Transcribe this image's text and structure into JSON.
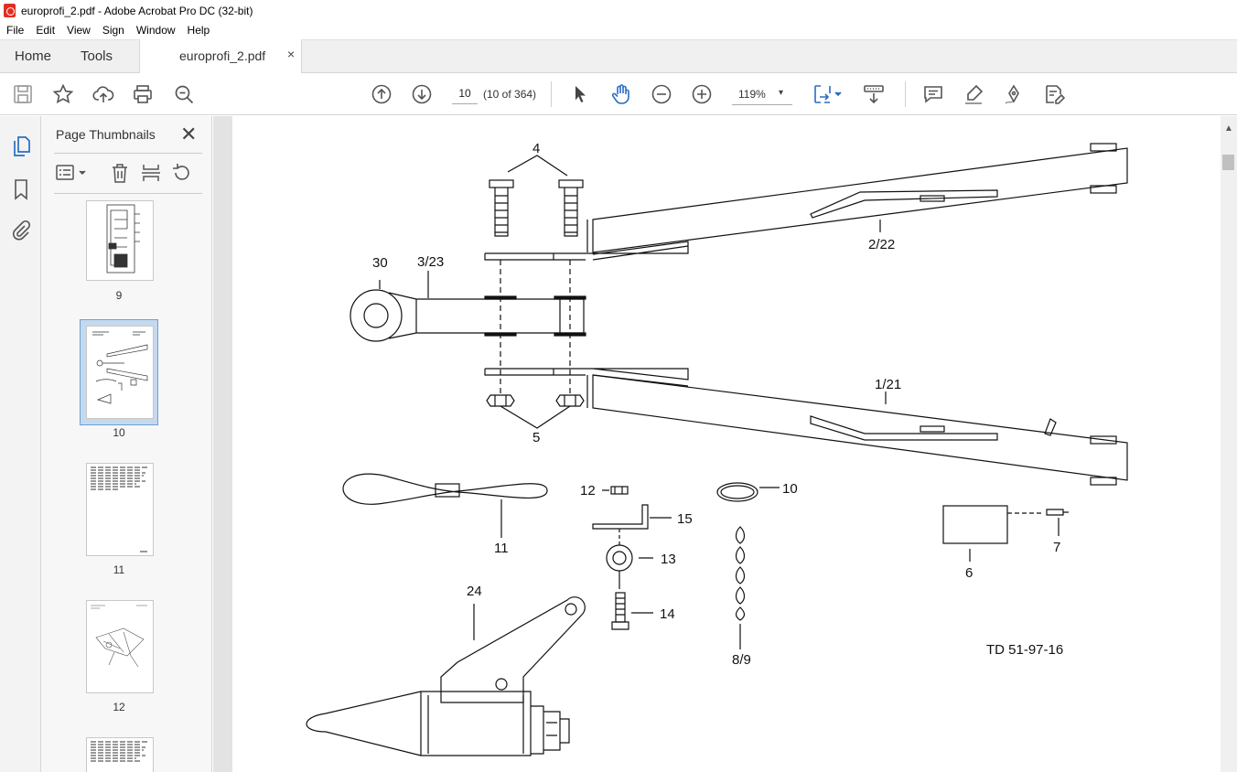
{
  "window": {
    "title": "europrofi_2.pdf - Adobe Acrobat Pro DC (32-bit)"
  },
  "menu": [
    "File",
    "Edit",
    "View",
    "Sign",
    "Window",
    "Help"
  ],
  "tabs": {
    "home": "Home",
    "tools": "Tools",
    "document": "europrofi_2.pdf",
    "close": "×"
  },
  "toolbar": {
    "page_current": "10",
    "page_count": "(10 of 364)",
    "zoom": "119%",
    "zoom_caret": "▾"
  },
  "thumbnails": {
    "panel_title": "Page Thumbnails",
    "close": "✕",
    "pages": [
      {
        "label": "9"
      },
      {
        "label": "10",
        "selected": true
      },
      {
        "label": "11"
      },
      {
        "label": "12"
      }
    ]
  },
  "drawing": {
    "labels": {
      "bolts": "4",
      "nuts": "5",
      "eye": "30",
      "drawbar": "3/23",
      "upper_arm": "2/22",
      "lower_arm": "1/21",
      "cable": "11",
      "nut_small": "12",
      "l_pin": "15",
      "washer": "13",
      "bolt_small": "14",
      "ring": "10",
      "chain": "8/9",
      "box": "6",
      "pin": "7",
      "stand": "24",
      "drawing_code": "TD 51-97-16"
    }
  },
  "icons": {
    "save": "save-icon",
    "star": "bookmark-star-icon",
    "upload": "share-upload-icon",
    "print": "print-icon",
    "zoom_search": "find-zoom-icon",
    "prev": "previous-page-icon",
    "next": "next-page-icon",
    "select": "select-arrow-icon",
    "hand": "hand-tool-icon",
    "zoom_out": "zoom-out-icon",
    "zoom_in": "zoom-in-icon",
    "fit": "fit-page-icon",
    "scroll_mode": "scroll-mode-icon",
    "comment": "comment-icon",
    "highlight": "highlight-pen-icon",
    "draw": "draw-sign-icon",
    "edit": "edit-document-icon"
  }
}
